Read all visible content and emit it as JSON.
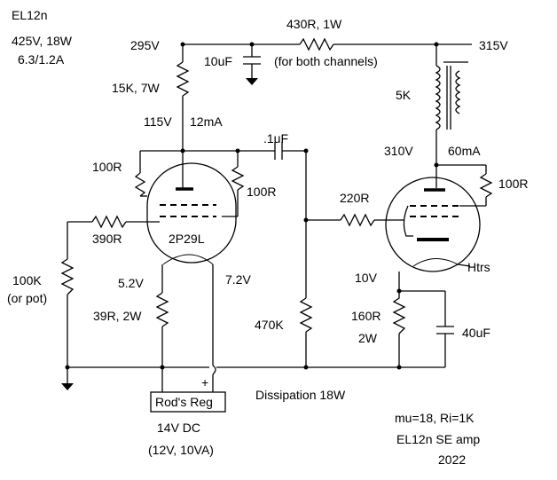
{
  "corner_info": {
    "title": "EL12n",
    "spec1": "425V, 18W",
    "spec2": "6.3/1.2A"
  },
  "rails": {
    "v295": "295V",
    "v315": "315V",
    "series_r": "430R, 1W",
    "series_note": "(for both channels)",
    "cap10": "10uF"
  },
  "driver": {
    "load_r": "15K, 7W",
    "plate_v": "115V",
    "plate_i": "12mA",
    "grid_stopper": "100R",
    "plate_stopper": "100R",
    "input_r": "390R",
    "tube": "2P29L",
    "cathode_v": "5.2V",
    "heater_v": "7.2V",
    "cathode_r": "39R, 2W",
    "input_pot": "100K",
    "input_pot_note": "(or pot)"
  },
  "coupling": {
    "cap": ".1uF",
    "grid_leak": "470K",
    "grid_stopper": "220R"
  },
  "output": {
    "choke": "5K",
    "plate_v": "310V",
    "plate_i": "60mA",
    "screen_r": "100R",
    "heaters": "Htrs",
    "cathode_v": "10V",
    "cathode_r": "160R",
    "cathode_r_power": "2W",
    "bypass_cap": "40uF"
  },
  "regulator": {
    "label": "Rod's Reg",
    "plus": "+",
    "supply": "14V DC",
    "supply_note": "(12V, 10VA)"
  },
  "dissipation": "Dissipation  18W",
  "footer": {
    "params": "mu=18, Ri=1K",
    "name": "EL12n SE amp",
    "year": "2022"
  }
}
